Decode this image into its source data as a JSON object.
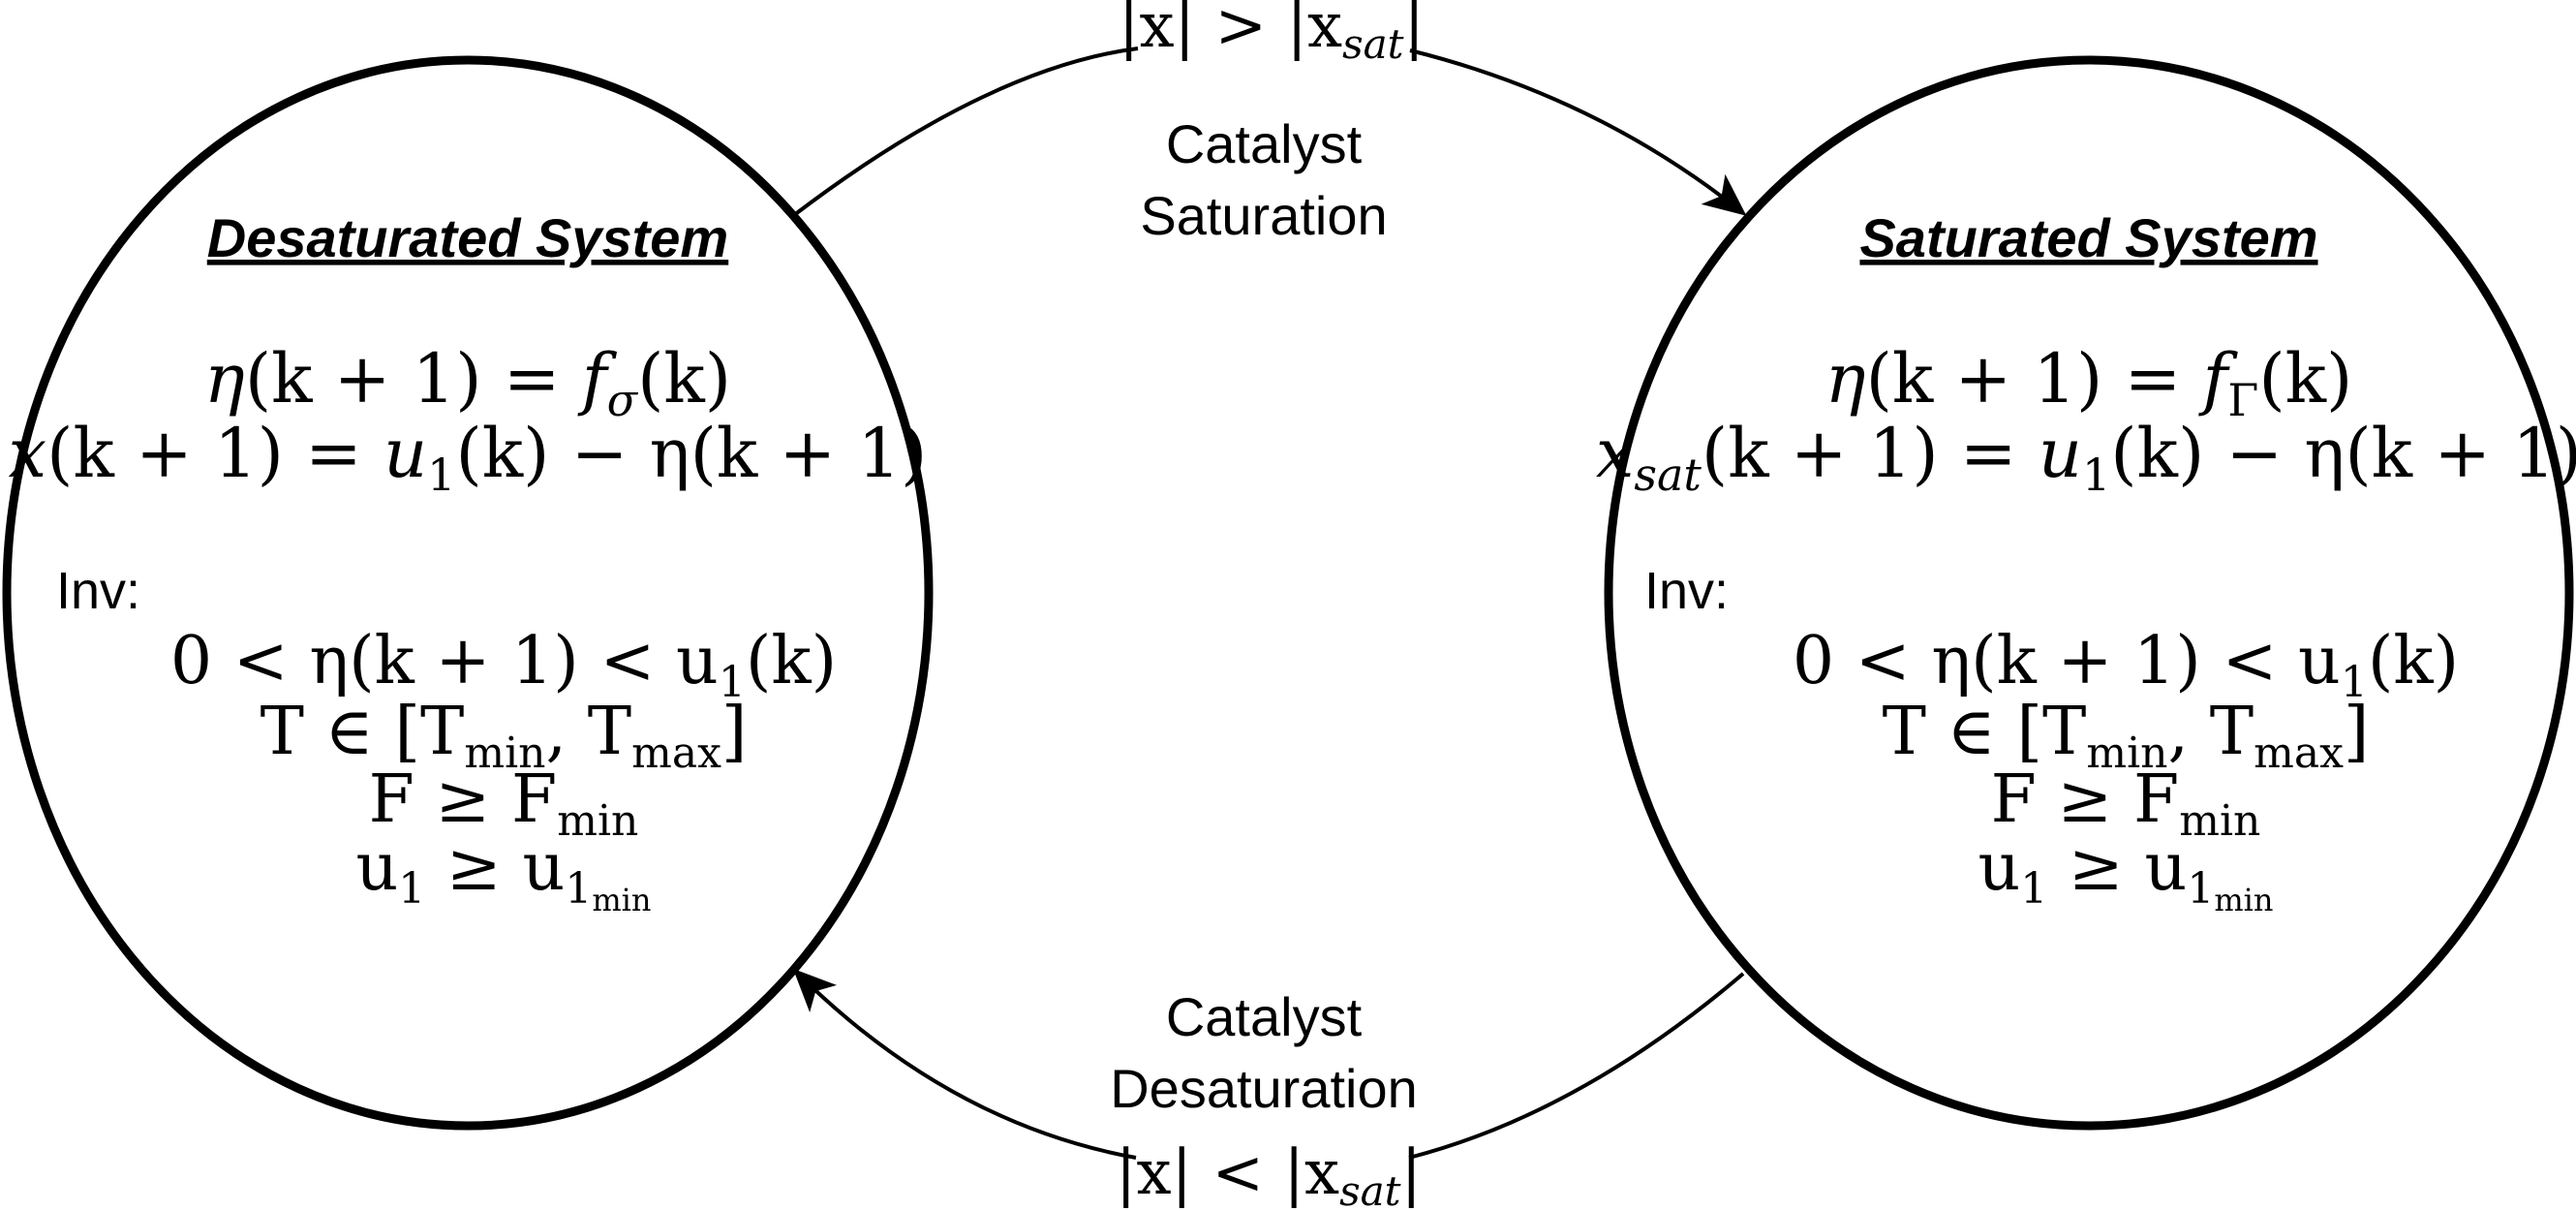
{
  "states": [
    {
      "title": "Desaturated System",
      "eq1": {
        "lhs_fn": "η",
        "arg": "(k + 1)",
        "eq": "=",
        "f": "f",
        "sub": "σ",
        "rhs_arg": "(k)"
      },
      "eq2": {
        "lhs": "x",
        "lhs_sub": "",
        "lhs_arg": "(k + 1)",
        "eq": "=",
        "u": "u",
        "u_sub": "1",
        "rhs_rest": "(k) − η(k + 1)"
      },
      "inv_label": "Inv:",
      "inv1": "0 < η(k + 1) < u",
      "inv1_sub": "1",
      "inv1_end": "(k)",
      "inv2": "T ∈ [T",
      "inv2_sub1": "min",
      "inv2_mid": ", T",
      "inv2_sub2": "max",
      "inv2_end": "]",
      "inv3": "F ≥ F",
      "inv3_sub": "min",
      "inv4": "u",
      "inv4_sub": "1",
      "inv4_mid": " ≥ u",
      "inv4_sub2": "1",
      "inv4_subsub": "min"
    },
    {
      "title": "Saturated System",
      "eq1": {
        "lhs_fn": "η",
        "arg": "(k + 1)",
        "eq": "=",
        "f": "f",
        "sub": "Γ",
        "rhs_arg": "(k)"
      },
      "eq2": {
        "lhs": "x",
        "lhs_sub": "sat",
        "lhs_arg": "(k + 1)",
        "eq": "=",
        "u": "u",
        "u_sub": "1",
        "rhs_rest": "(k) − η(k + 1)"
      },
      "inv_label": "Inv:",
      "inv1": "0 < η(k + 1) < u",
      "inv1_sub": "1",
      "inv1_end": "(k)",
      "inv2": "T ∈ [T",
      "inv2_sub1": "min",
      "inv2_mid": ", T",
      "inv2_sub2": "max",
      "inv2_end": "]",
      "inv3": "F ≥ F",
      "inv3_sub": "min",
      "inv4": "u",
      "inv4_sub": "1",
      "inv4_mid": " ≥ u",
      "inv4_sub2": "1",
      "inv4_subsub": "min"
    }
  ],
  "transitions": {
    "top": {
      "label_line1": "Catalyst",
      "label_line2": "Saturation",
      "guard_a": "|x| > |x",
      "guard_sub": "sat",
      "guard_b": "|"
    },
    "bottom": {
      "label_line1": "Catalyst",
      "label_line2": "Desaturation",
      "guard_a": "|x| < |x",
      "guard_sub": "sat",
      "guard_b": "|"
    }
  }
}
